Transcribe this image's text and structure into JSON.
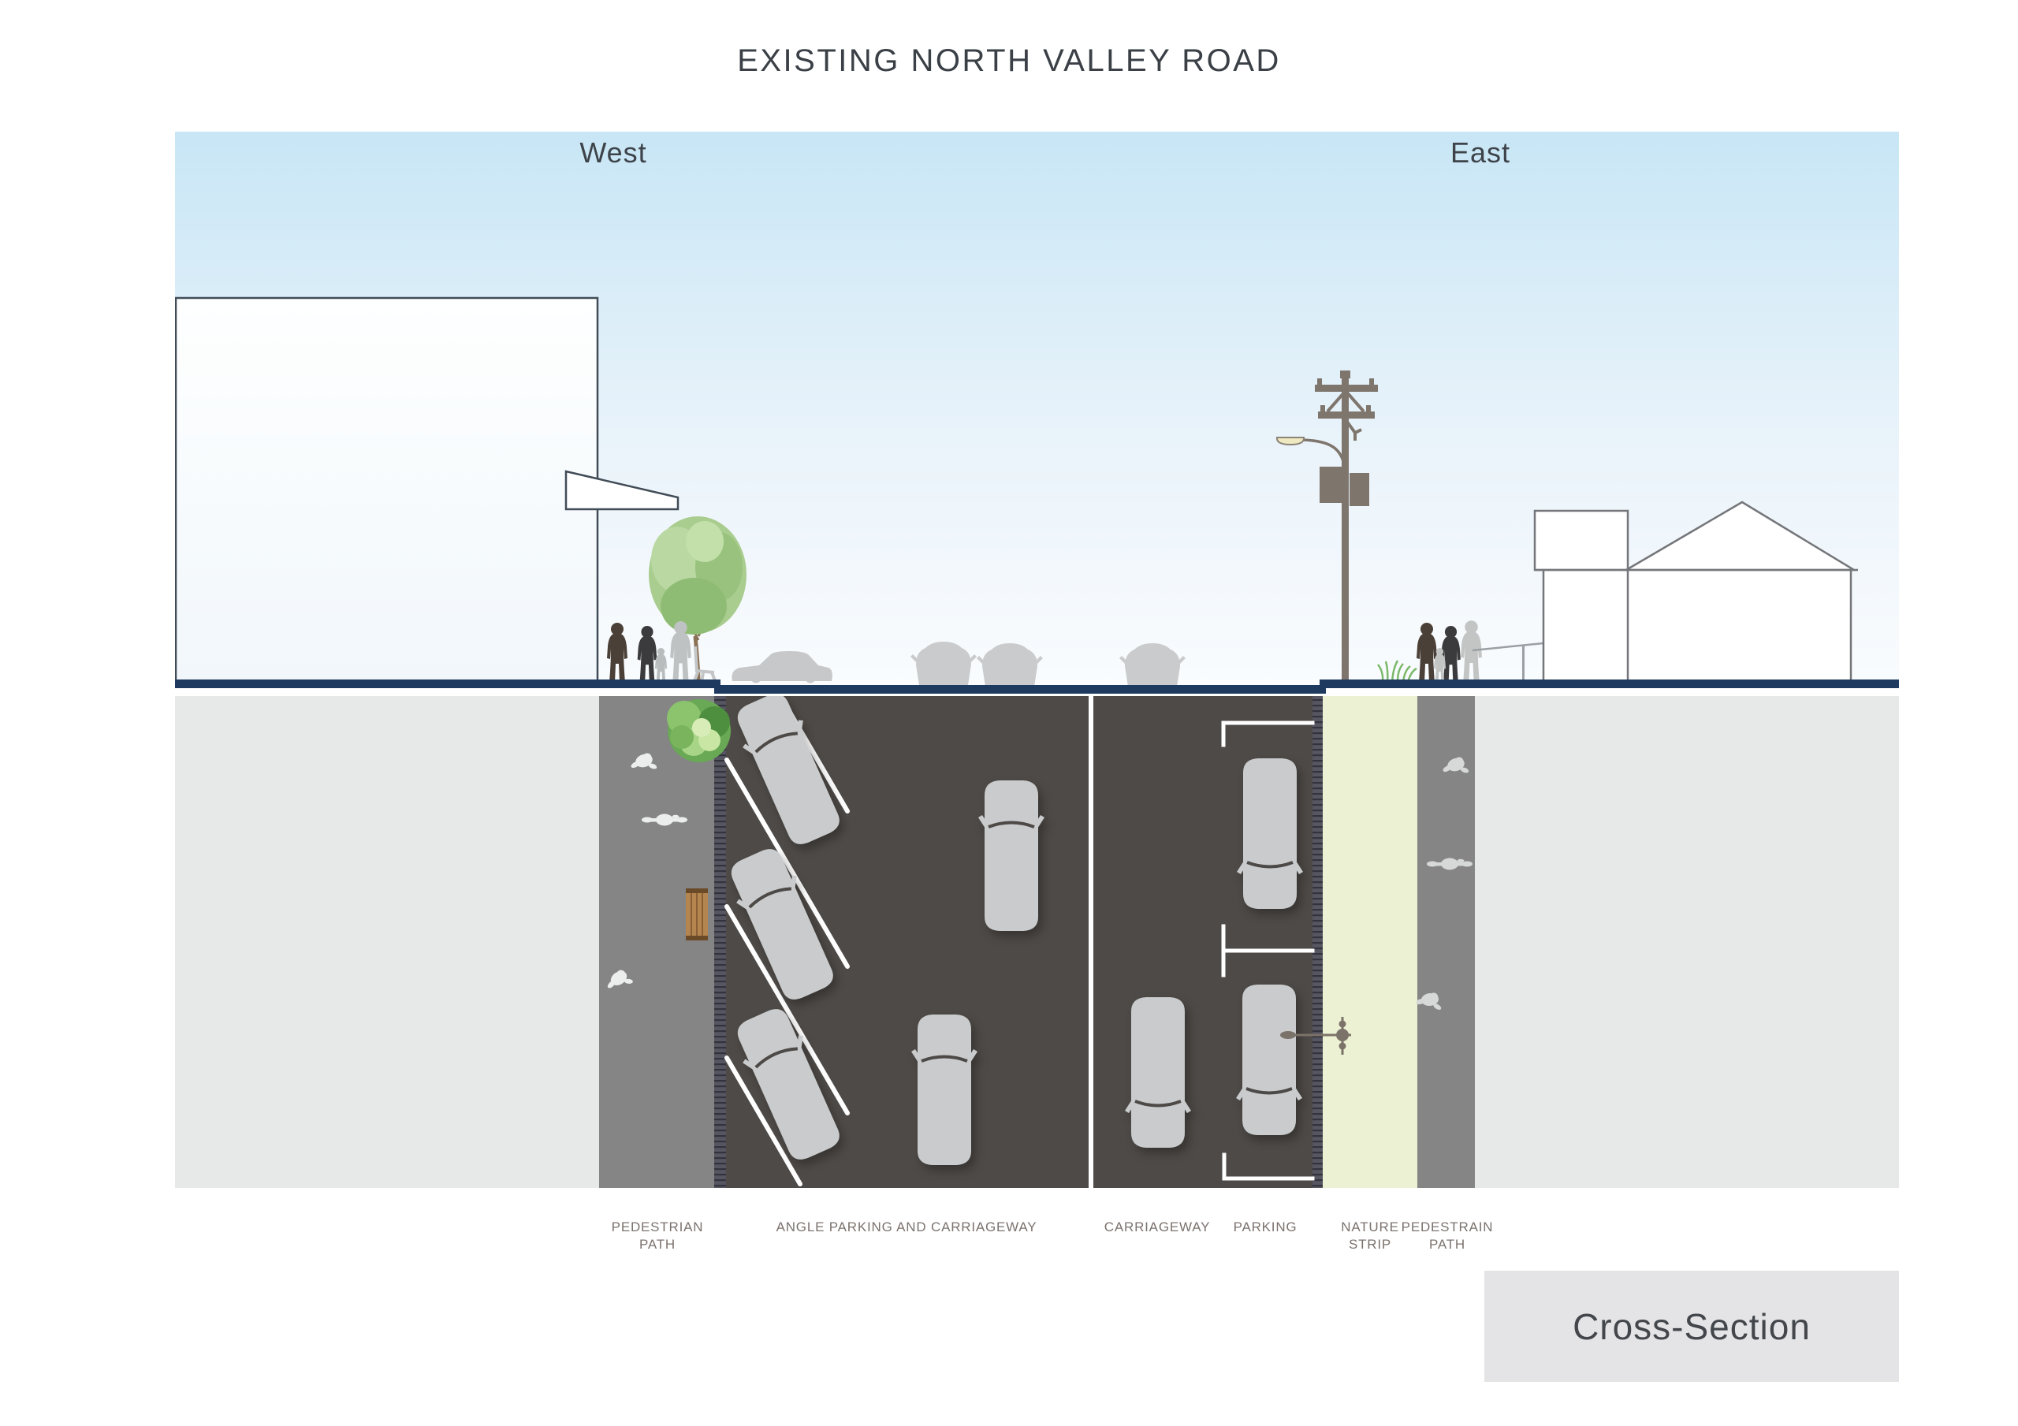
{
  "title": "EXISTING NORTH VALLEY ROAD",
  "orientation_labels": {
    "west": "West",
    "east": "East"
  },
  "region_labels": [
    {
      "id": "pedestrian-path-west",
      "text": "PEDESTRIAN\nPATH"
    },
    {
      "id": "angle-parking-and-carriageway",
      "text": "ANGLE PARKING AND CARRIAGEWAY"
    },
    {
      "id": "carriageway",
      "text": "CARRIAGEWAY"
    },
    {
      "id": "parking",
      "text": "PARKING"
    },
    {
      "id": "nature-strip",
      "text": "NATURE\nSTRIP"
    },
    {
      "id": "pedestrain-path-east",
      "text": "PEDESTRAIN\nPATH"
    }
  ],
  "caption": {
    "text": "Cross-Section"
  },
  "icons": [
    "building-elevation",
    "shop-awning",
    "street-tree",
    "pedestrians-elevation-west",
    "cafe-chair",
    "sedan-side-view",
    "parked-car-rear-view",
    "power-pole",
    "street-lamp",
    "grass-tuft",
    "pedestrians-elevation-east",
    "house-elevation",
    "bush-top-view",
    "bench-top-view",
    "pedestrian-top-view",
    "cyclist-top-view",
    "car-top-view",
    "street-lamp-plan",
    "parking-bay-line",
    "parking-bay-bracket"
  ],
  "colors": {
    "sky_top": "#c8e6f6",
    "sky_bottom": "#fafcfe",
    "ground_line": "#1e3a5e",
    "earth": "#e7e8e8",
    "footpath": "#858585",
    "kerb": "#565662",
    "asphalt": "#4e4a47",
    "lane_marking": "#ffffff",
    "nature_strip": "#edf1d3",
    "car_gray": "#c9cbcc",
    "bench_wood": "#b5854f",
    "tree_foliage": "#a9cc8f",
    "bush_green": "#69a855",
    "pole_gray": "#7e756d",
    "lamp_yellow": "#efe9c2",
    "label_text": "#7b726d",
    "title_text": "#3a4046",
    "caption_bg": "#e4e4e6"
  }
}
